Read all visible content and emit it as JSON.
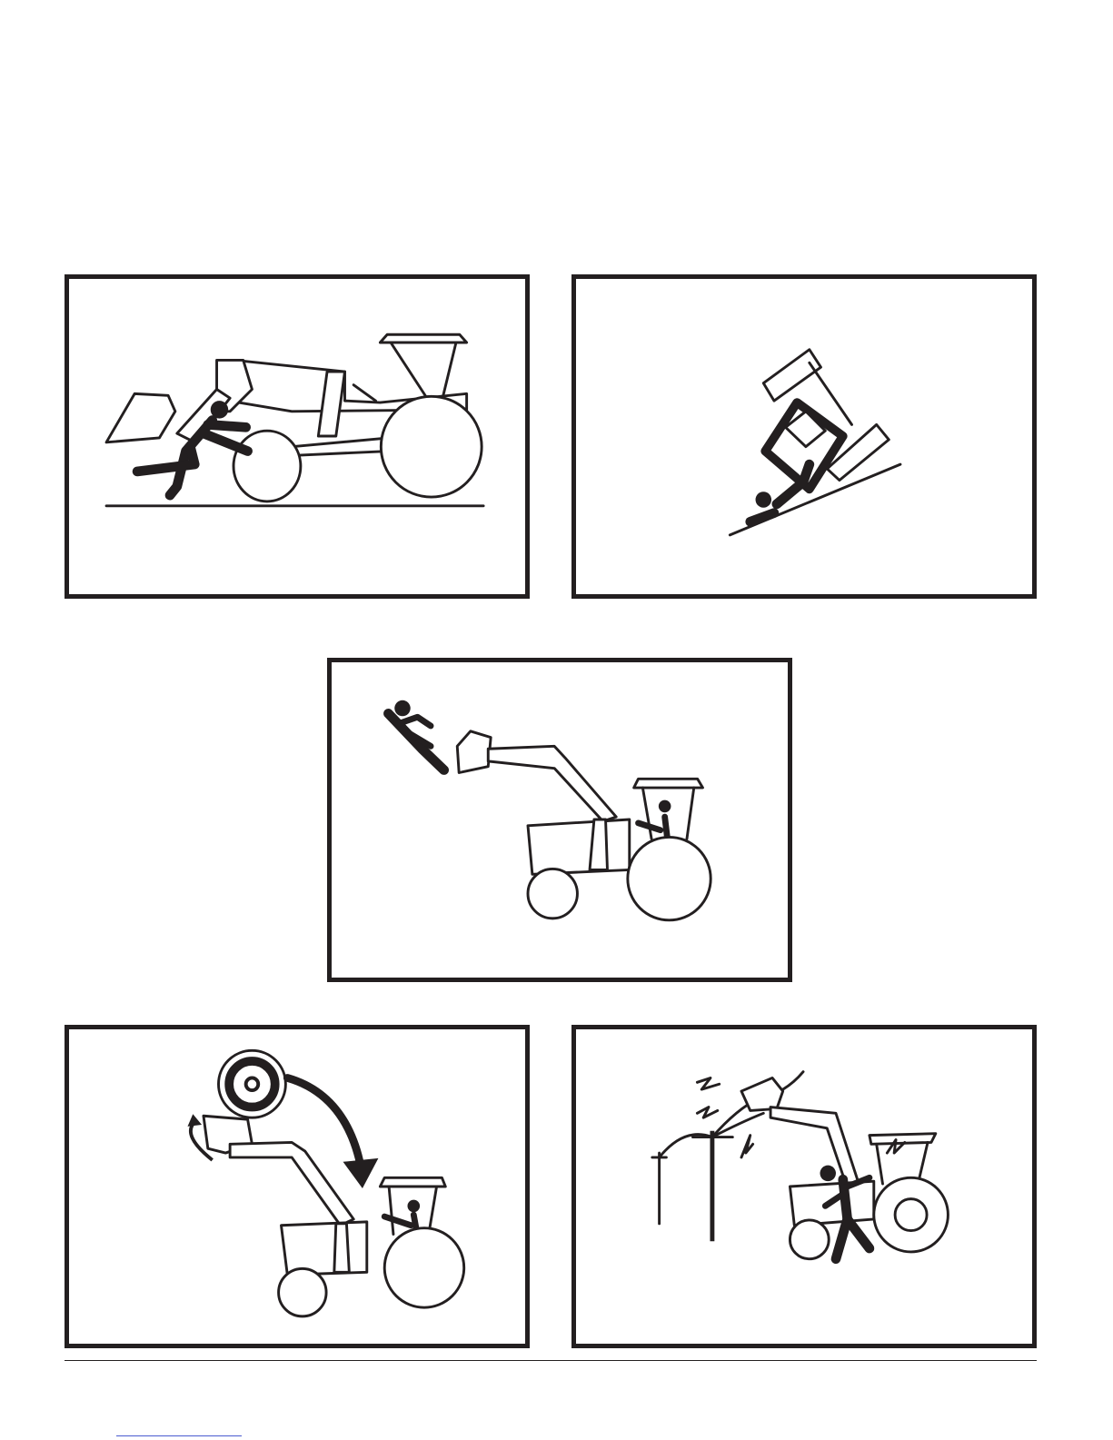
{
  "panels": [
    {
      "hazard": "crush-under-wheel"
    },
    {
      "hazard": "rollover-on-slope"
    },
    {
      "hazard": "person-riding-bucket"
    },
    {
      "hazard": "falling-load"
    },
    {
      "hazard": "power-line-contact"
    }
  ],
  "colors": {
    "line": "#231f20",
    "background": "#ffffff"
  }
}
